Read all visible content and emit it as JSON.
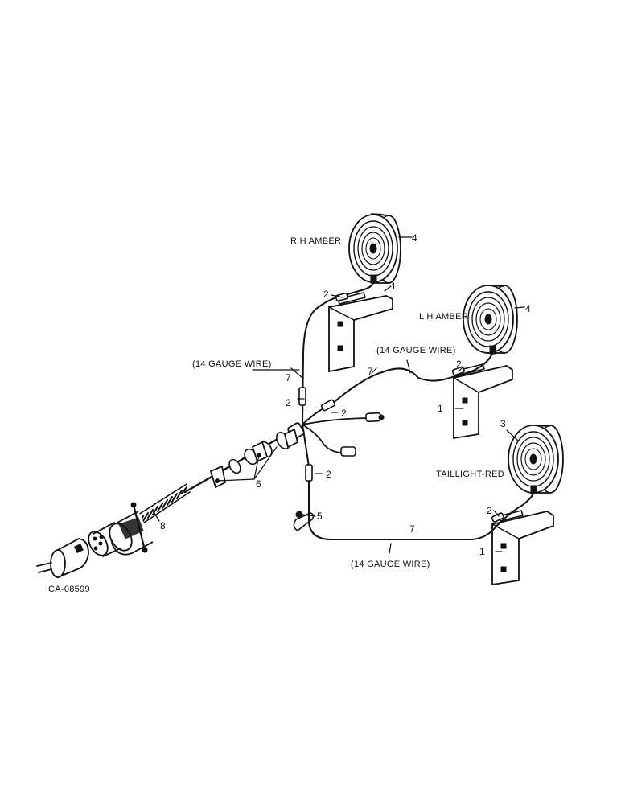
{
  "labels": {
    "rh_amber": "R H AMBER",
    "lh_amber": "L H AMBER",
    "taillight": "TAILLIGHT-RED",
    "gauge_wire_left": "(14 GAUGE WIRE)",
    "gauge_wire_top": "(14 GAUGE WIRE)",
    "gauge_wire_bottom": "(14 GAUGE WIRE)",
    "drawing_code": "CA-08599"
  },
  "callouts": {
    "c1_rh": "1",
    "c1_lh": "1",
    "c1_tail": "1",
    "c2_rh": "2",
    "c2_lh": "2",
    "c2_tail": "2",
    "c2_left_wire": "2",
    "c2_junction": "2",
    "c2_lower": "2",
    "c3": "3",
    "c4_rh": "4",
    "c4_lh": "4",
    "c5": "5",
    "c6": "6",
    "c7_left": "7",
    "c7_top": "7",
    "c7_bottom": "7",
    "c8": "8"
  }
}
